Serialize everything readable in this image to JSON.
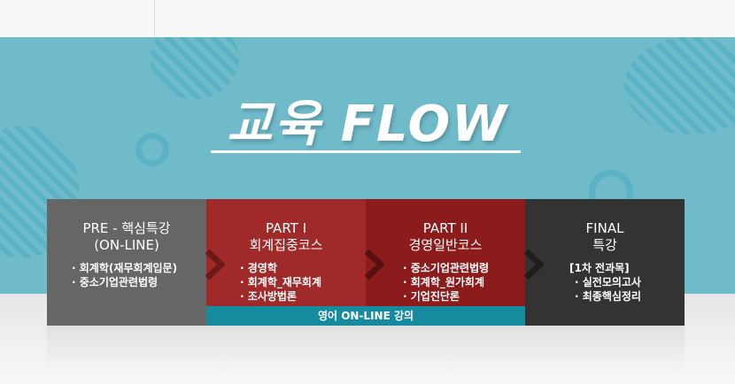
{
  "title": "교육 FLOW",
  "steps": [
    {
      "heading": [
        "PRE - 핵심특강",
        "(ON-LINE)"
      ],
      "items": [
        "· 회계학(재무회계입문)",
        "· 중소기업관련법령"
      ],
      "color": "#666666"
    },
    {
      "heading": [
        "PART I",
        "회계집중코스"
      ],
      "items": [
        "· 경영학",
        "· 회계학_재무회계",
        "· 조사방법론"
      ],
      "color": "#a02a2a"
    },
    {
      "heading": [
        "PART II",
        "경영일반코스"
      ],
      "items": [
        "· 중소기업관련법령",
        "· 회계학_원가회계",
        "· 기업진단론"
      ],
      "color": "#8c1b1b"
    },
    {
      "heading": [
        "FINAL",
        "특강"
      ],
      "items": [
        "[1차 전과목]",
        "· 실전모의고사",
        "· 최종핵심정리"
      ],
      "color": "#333333"
    }
  ],
  "english_bar": "영어 ON-LINE 강의"
}
